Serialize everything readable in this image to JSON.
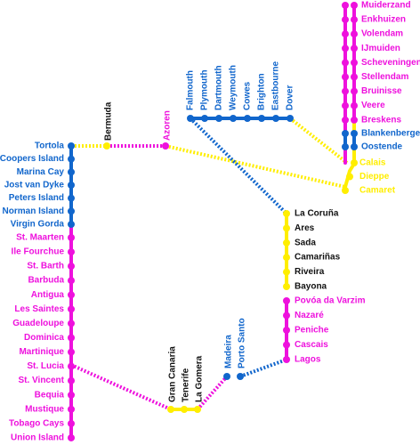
{
  "colors": {
    "blue": "#1166cc",
    "magenta": "#ee11dd",
    "yellow": "#ffee00",
    "black": "#111111"
  },
  "stations": {
    "left_blue": [
      "Tortola",
      "Coopers Island",
      "Marina Cay",
      "Jost van Dyke",
      "Peters Island",
      "Norman Island",
      "Virgin Gorda"
    ],
    "left_magenta": [
      "St. Maarten",
      "Ile Fourchue",
      "St. Barth",
      "Barbuda",
      "Antigua",
      "Les Saintes",
      "Guadeloupe",
      "Dominica",
      "Martinique",
      "St. Lucia",
      "St. Vincent",
      "Bequia",
      "Mustique",
      "Tobago Cays",
      "Union Island"
    ],
    "bermuda": "Bermuda",
    "azoren": "Azoren",
    "uk": [
      "Falmouth",
      "Plymouth",
      "Dartmouth",
      "Weymouth",
      "Cowes",
      "Brighton",
      "Eastbourne",
      "Dover"
    ],
    "nl_magenta": [
      "Muiderzand",
      "Enkhuizen",
      "Volendam",
      "IJmuiden",
      "Scheveningen",
      "Stellendam",
      "Bruinisse",
      "Veere",
      "Breskens"
    ],
    "nl_blue": [
      "Blankenberge",
      "Oostende"
    ],
    "france": [
      "Calais",
      "Dieppe",
      "Camaret"
    ],
    "spain": [
      "La Coruña",
      "Ares",
      "Sada",
      "Camariñas",
      "Riveira",
      "Bayona"
    ],
    "portugal": [
      "Povóa da Varzim",
      "Nazaré",
      "Peniche",
      "Cascais",
      "Lagos"
    ],
    "madeira": [
      "Madeira",
      "Porto Santo"
    ],
    "canaries": [
      "Gran Canaria",
      "Tenerife",
      "La Gomera"
    ]
  }
}
